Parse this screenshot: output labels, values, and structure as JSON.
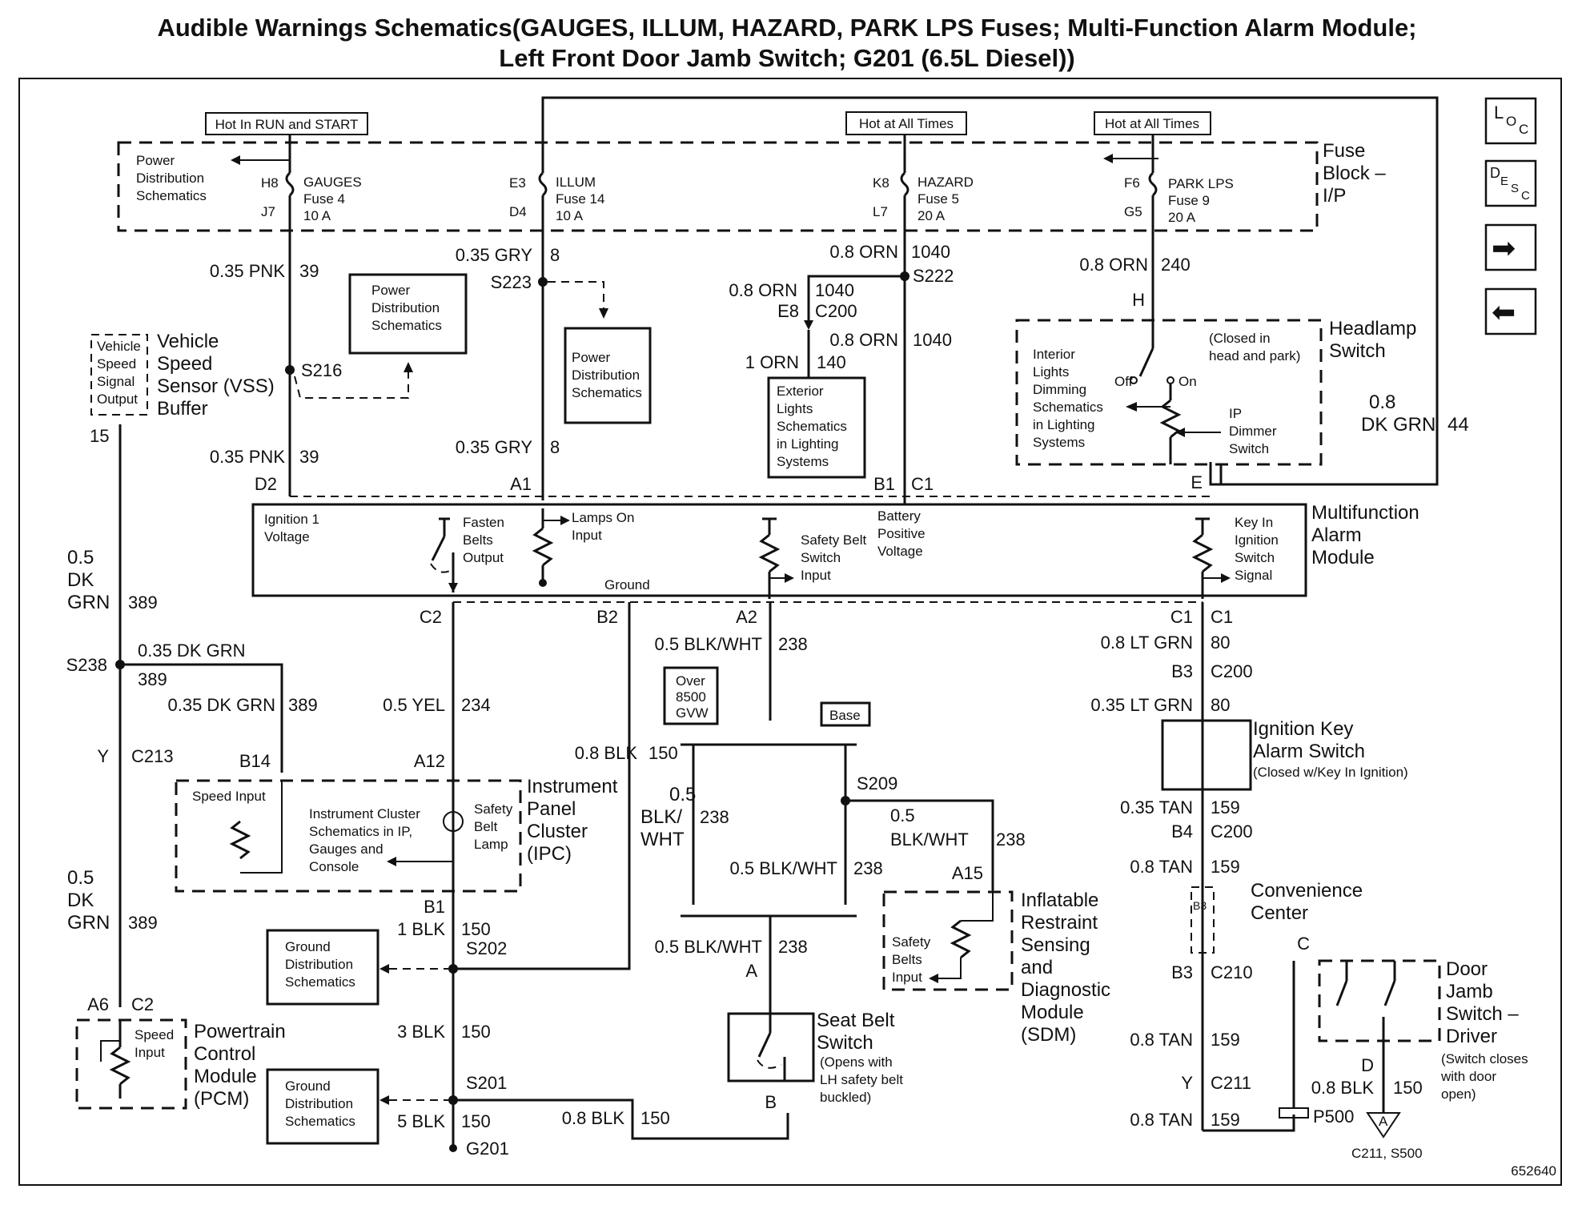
{
  "title": {
    "line1": "Audible Warnings Schematics(GAUGES, ILLUM, HAZARD, PARK LPS Fuses; Multi-Function Alarm Module;",
    "line2": "Left Front Door Jamb Switch; G201 (6.5L Diesel))"
  },
  "nav": {
    "loc": [
      "L",
      "O",
      "C"
    ],
    "desc": [
      "D",
      "E",
      "S",
      "C"
    ],
    "next_glyph": "➡",
    "prev_glyph": "⬅"
  },
  "hot_labels": {
    "run_start": "Hot In RUN and START",
    "all_times_1": "Hot at All Times",
    "all_times_2": "Hot at All Times"
  },
  "fuse_block": {
    "name_line1": "Fuse",
    "name_line2": "Block –",
    "name_line3": "I/P",
    "pds_line1": "Power",
    "pds_line2": "Distribution",
    "pds_line3": "Schematics",
    "fuses": [
      {
        "top_pin": "H8",
        "bottom_pin": "J7",
        "name": "GAUGES",
        "fuse": "Fuse 4",
        "rating": "10 A"
      },
      {
        "top_pin": "E3",
        "bottom_pin": "D4",
        "name": "ILLUM",
        "fuse": "Fuse 14",
        "rating": "10 A"
      },
      {
        "top_pin": "K8",
        "bottom_pin": "L7",
        "name": "HAZARD",
        "fuse": "Fuse 5",
        "rating": "20 A"
      },
      {
        "top_pin": "F6",
        "bottom_pin": "G5",
        "name": "PARK LPS",
        "fuse": "Fuse 9",
        "rating": "20 A"
      }
    ]
  },
  "wires": {
    "pnk_top_size": "0.35 PNK",
    "pnk_top_num": "39",
    "pnk_bot_size": "0.35 PNK",
    "pnk_bot_num": "39",
    "gry_top_size": "0.35 GRY",
    "gry_top_num": "8",
    "gry_bot_size": "0.35 GRY",
    "gry_bot_num": "8",
    "orn_top_size": "0.8 ORN",
    "orn_top_num": "1040",
    "orn_e8_size": "0.8 ORN",
    "orn_e8_num": "1040",
    "orn_mid_size": "0.8 ORN",
    "orn_mid_num": "1040",
    "orn_1_size": "1 ORN",
    "orn_1_num": "140",
    "park_size": "0.8 ORN",
    "park_num": "240",
    "dkgrn44_size_line1": "0.8",
    "dkgrn44_size_line2": "DK GRN",
    "dkgrn44_num": "44",
    "dkgrn389a_line1": "0.5",
    "dkgrn389a_line2": "DK",
    "dkgrn389a_line3": "GRN",
    "dkgrn389a_num": "389",
    "dkgrn_branch_size": "0.35 DK GRN",
    "dkgrn_branch_num": "389",
    "dkgrn_b14_size": "0.35 DK GRN",
    "dkgrn_b14_num": "389",
    "dkgrn389b_line1": "0.5",
    "dkgrn389b_line2": "DK",
    "dkgrn389b_line3": "GRN",
    "dkgrn389b_num": "389",
    "yel_size": "0.5 YEL",
    "yel_num": "234",
    "blk150_size": "0.8 BLK",
    "blk150_num": "150",
    "blkwht_a2_size": "0.5 BLK/WHT",
    "blkwht_a2_num": "238",
    "blkwht_left_line1": "0.5",
    "blkwht_left_line2": "BLK/",
    "blkwht_left_line3": "WHT",
    "blkwht_left_num": "238",
    "blkwht_mid_size": "0.5 BLK/WHT",
    "blkwht_mid_num": "238",
    "blkwht_s209_line1": "0.5",
    "blkwht_s209_line2": "BLK/WHT",
    "blkwht_s209_num": "238",
    "blkwht_a_size": "0.5 BLK/WHT",
    "blkwht_a_num": "238",
    "blk1_size": "1 BLK",
    "blk1_num": "150",
    "blk3_size": "3 BLK",
    "blk3_num": "150",
    "blk5_size": "5 BLK",
    "blk5_num": "150",
    "blk_seat_size": "0.8 BLK",
    "blk_seat_num": "150",
    "ltgrn08_size": "0.8 LT GRN",
    "ltgrn08_num": "80",
    "ltgrn035_size": "0.35 LT GRN",
    "ltgrn035_num": "80",
    "tan035_size": "0.35 TAN",
    "tan035_num": "159",
    "tan08a_size": "0.8 TAN",
    "tan08a_num": "159",
    "tan08b_size": "0.8 TAN",
    "tan08b_num": "159",
    "tan08c_size": "0.8 TAN",
    "tan08c_num": "159",
    "blk_door_size": "0.8 BLK",
    "blk_door_num": "150"
  },
  "splices": {
    "s223": "S223",
    "s222": "S222",
    "s216": "S216",
    "s238": "S238",
    "s209": "S209",
    "s202": "S202",
    "s201": "S201",
    "g201": "G201"
  },
  "connectors": {
    "e8": "E8",
    "c200_e8": "C200",
    "h": "H",
    "e": "E",
    "d2": "D2",
    "a1": "A1",
    "b1": "B1",
    "c1_top": "C1",
    "c2": "C2",
    "b2": "B2",
    "a2": "A2",
    "c1_left": "C1",
    "c1_right": "C1",
    "b3": "B3",
    "c200_b3": "C200",
    "b14": "B14",
    "a12": "A12",
    "y_c213_pin": "Y",
    "c213": "C213",
    "b1_ipc": "B1",
    "a15": "A15",
    "b4": "B4",
    "c200_b4": "C200",
    "b3_cc": "B3",
    "b3_c210": "B3",
    "c210": "C210",
    "y_c211": "Y",
    "c211": "C211",
    "p500": "P500",
    "a6": "A6",
    "c2_pcm": "C2",
    "a_seat": "A",
    "b_seat": "B",
    "c_door": "C",
    "d_door": "D",
    "pin_15": "15",
    "ref_a": "A",
    "ref_c211": "C211, S500"
  },
  "components": {
    "vss_box_line1": "Vehicle",
    "vss_box_line2": "Speed",
    "vss_box_line3": "Signal",
    "vss_box_line4": "Output",
    "vss_name_line1": "Vehicle",
    "vss_name_line2": "Speed",
    "vss_name_line3": "Sensor (VSS)",
    "vss_name_line4": "Buffer",
    "pds_box_line1": "Power",
    "pds_box_line2": "Distribution",
    "pds_box_line3": "Schematics",
    "pds_s223_line1": "Power",
    "pds_s223_line2": "Distribution",
    "pds_s223_line3": "Schematics",
    "ext_line1": "Exterior",
    "ext_line2": "Lights",
    "ext_line3": "Schematics",
    "ext_line4": "in Lighting",
    "ext_line5": "Systems",
    "hl_interior_line1": "Interior",
    "hl_interior_line2": "Lights",
    "hl_interior_line3": "Dimming",
    "hl_interior_line4": "Schematics",
    "hl_interior_line5": "in Lighting",
    "hl_interior_line6": "Systems",
    "hl_closed_line1": "(Closed in",
    "hl_closed_line2": "head and park)",
    "hl_off": "Off",
    "hl_on": "On",
    "hl_ip_line1": "IP",
    "hl_ip_line2": "Dimmer",
    "hl_ip_line3": "Switch",
    "hl_name_line1": "Headlamp",
    "hl_name_line2": "Switch",
    "mam_ign_line1": "Ignition 1",
    "mam_ign_line2": "Voltage",
    "mam_fasten_line1": "Fasten",
    "mam_fasten_line2": "Belts",
    "mam_fasten_line3": "Output",
    "mam_lamps_line1": "Lamps On",
    "mam_lamps_line2": "Input",
    "mam_ground": "Ground",
    "mam_seat_line1": "Safety Belt",
    "mam_seat_line2": "Switch",
    "mam_seat_line3": "Input",
    "mam_batt_line1": "Battery",
    "mam_batt_line2": "Positive",
    "mam_batt_line3": "Voltage",
    "mam_key_line1": "Key In",
    "mam_key_line2": "Ignition",
    "mam_key_line3": "Switch",
    "mam_key_line4": "Signal",
    "mam_name_line1": "Multifunction",
    "mam_name_line2": "Alarm",
    "mam_name_line3": "Module",
    "over_line1": "Over",
    "over_line2": "8500",
    "over_line3": "GVW",
    "base": "Base",
    "ipc_speed": "Speed Input",
    "ipc_sch_line1": "Instrument Cluster",
    "ipc_sch_line2": "Schematics in IP,",
    "ipc_sch_line3": "Gauges and",
    "ipc_sch_line4": "Console",
    "ipc_lamp_line1": "Safety",
    "ipc_lamp_line2": "Belt",
    "ipc_lamp_line3": "Lamp",
    "ipc_name_line1": "Instrument",
    "ipc_name_line2": "Panel",
    "ipc_name_line3": "Cluster",
    "ipc_name_line4": "(IPC)",
    "ign_key_line1": "Ignition Key",
    "ign_key_line2": "Alarm Switch",
    "ign_key_line3": "(Closed w/Key In Ignition)",
    "cc_line1": "Convenience",
    "cc_line2": "Center",
    "sdm_box_line1": "Safety",
    "sdm_box_line2": "Belts",
    "sdm_box_line3": "Input",
    "sdm_name_line1": "Inflatable",
    "sdm_name_line2": "Restraint",
    "sdm_name_line3": "Sensing",
    "sdm_name_line4": "and",
    "sdm_name_line5": "Diagnostic",
    "sdm_name_line6": "Module",
    "sdm_name_line7": "(SDM)",
    "gds1_line1": "Ground",
    "gds1_line2": "Distribution",
    "gds1_line3": "Schematics",
    "gds2_line1": "Ground",
    "gds2_line2": "Distribution",
    "gds2_line3": "Schematics",
    "pcm_box_line1": "Speed",
    "pcm_box_line2": "Input",
    "pcm_name_line1": "Powertrain",
    "pcm_name_line2": "Control",
    "pcm_name_line3": "Module",
    "pcm_name_line4": "(PCM)",
    "seat_name_line1": "Seat Belt",
    "seat_name_line2": "Switch",
    "seat_note_line1": "(Opens with",
    "seat_note_line2": "LH safety belt",
    "seat_note_line3": "buckled)",
    "door_name_line1": "Door",
    "door_name_line2": "Jamb",
    "door_name_line3": "Switch –",
    "door_name_line4": "Driver",
    "door_note_line1": "(Switch closes",
    "door_note_line2": "with door",
    "door_note_line3": "open)"
  },
  "doc_number": "652640"
}
